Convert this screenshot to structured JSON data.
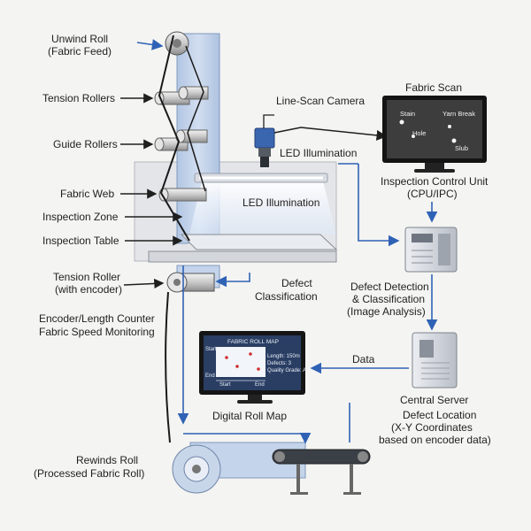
{
  "labels": {
    "unwind_roll_1": "Unwind Roll",
    "unwind_roll_2": "(Fabric Feed)",
    "tension_rollers": "Tension Rollers",
    "guide_rollers": "Guide Rollers",
    "fabric_web": "Fabric Web",
    "inspection_zone": "Inspection Zone",
    "inspection_table": "Inspection Table",
    "tension_roller_1": "Tension Roller",
    "tension_roller_2": "(with encoder)",
    "encoder_1": "Encoder/Length Counter",
    "encoder_2": "Fabric Speed Monitoring",
    "rewinds_1": "Rewinds Roll",
    "rewinds_2": "(Processed Fabric Roll)",
    "line_scan_camera": "Line-Scan Camera",
    "led_top": "LED Illumination",
    "led_panel": "LED Illumination",
    "fabric_scan": "Fabric Scan",
    "icu_1": "Inspection Control Unit",
    "icu_2": "(CPU/IPC)",
    "defect_class_1": "Defect",
    "defect_class_2": "Classification",
    "detect_1": "Defect Detection",
    "detect_2": "& Classification",
    "detect_3": "(Image Analysis)",
    "data": "Data",
    "central_server": "Central Server",
    "loc_1": "Defect Location",
    "loc_2": "(X-Y Coordinates",
    "loc_3": "based on encoder data)",
    "digital_roll_map": "Digital Roll Map"
  },
  "scan_screen": {
    "stain": "Stain",
    "yarn_break": "Yarn Break",
    "hole": "Hole",
    "slub": "Slub"
  },
  "roll_map": {
    "title": "FABRIC ROLL MAP",
    "length": "Length: 150m",
    "defects": "Defects: 3",
    "quality": "Quality Grade: A",
    "start_left": "Start",
    "end_left": "End",
    "start_bottom": "Start",
    "end_bottom": "End"
  },
  "colors": {
    "fabric": "#c4d4ea",
    "fabric_edge": "#7f98bd",
    "arrow_blue": "#2f62b5",
    "screen_dark": "#1e2a3a"
  }
}
